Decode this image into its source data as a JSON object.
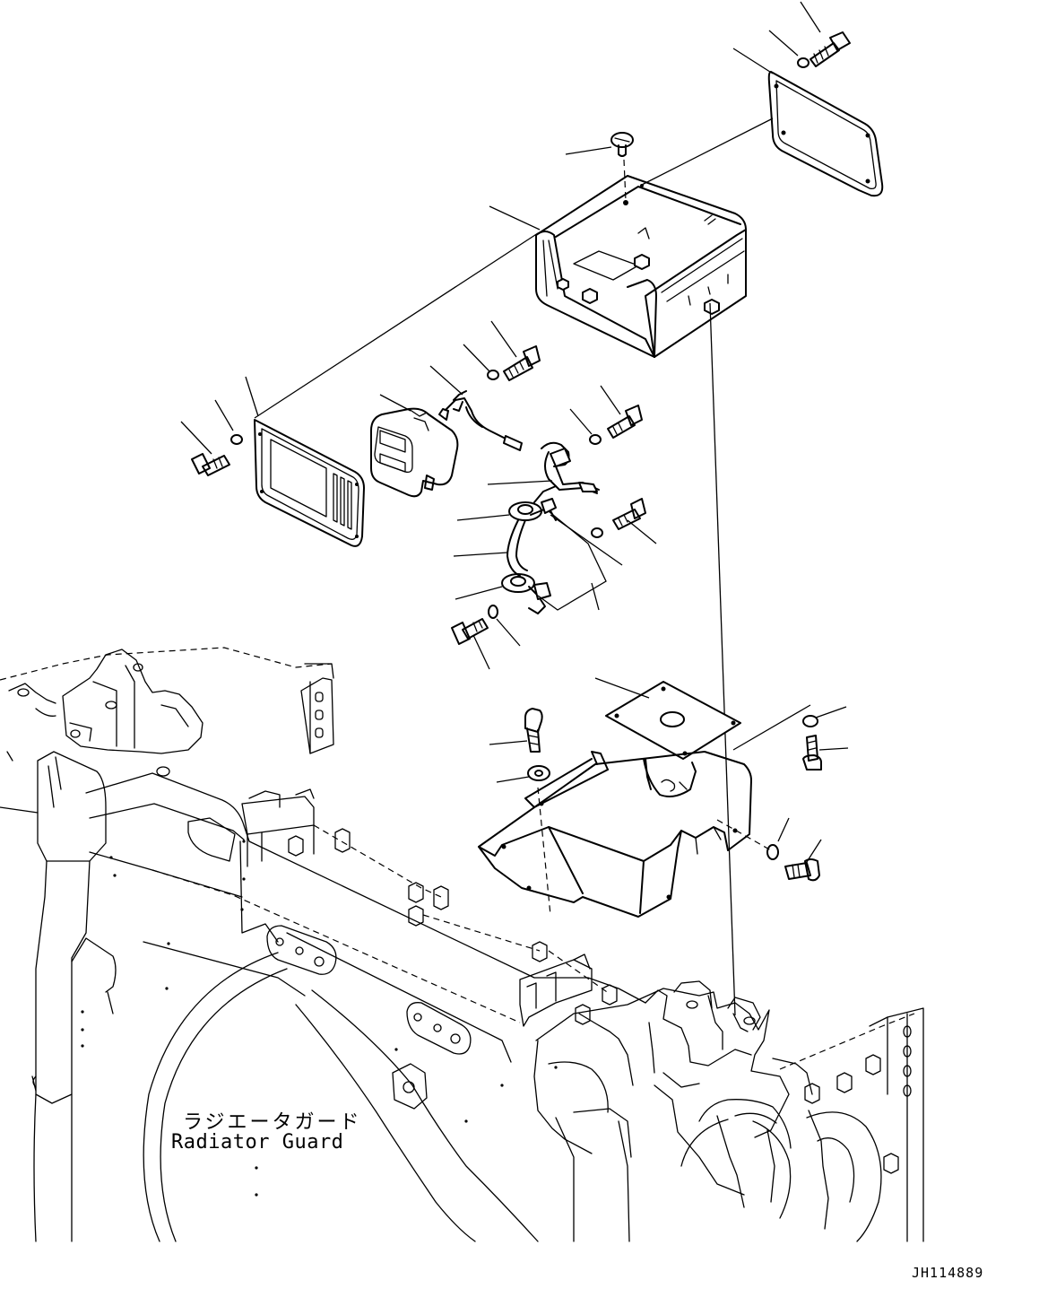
{
  "labels": {
    "radiator_guard_jp": "ラジエータガード",
    "radiator_guard_en": "Radiator Guard"
  },
  "drawing_id": "JH114889",
  "colors": {
    "line": "#000000",
    "background": "#ffffff"
  }
}
